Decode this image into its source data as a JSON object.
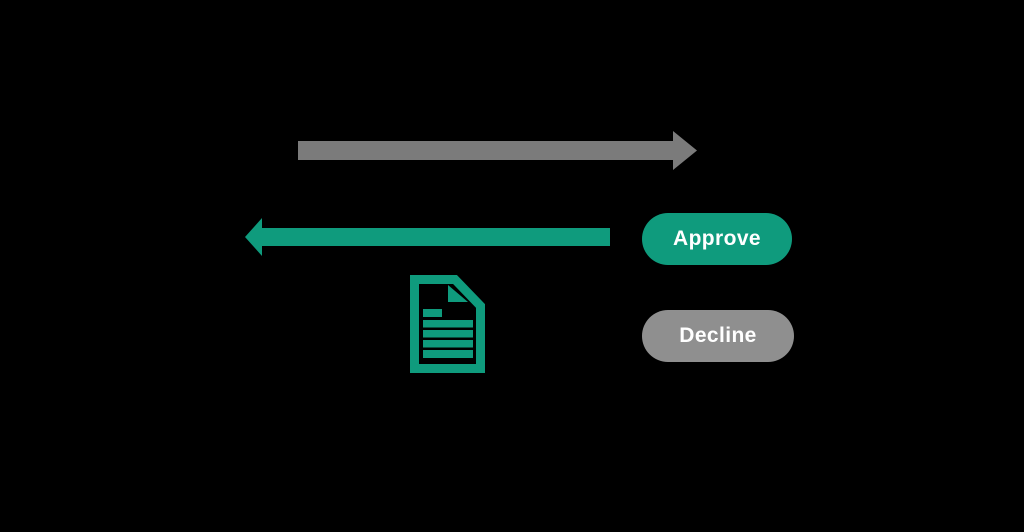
{
  "background": "#000000",
  "colors": {
    "teal": "#0f9b7d",
    "arrow_gray": "#7b7b7b",
    "decline_gray": "#8f8f8f",
    "button_text": "#ffffff"
  },
  "arrows": {
    "forward": {
      "name": "forward-arrow",
      "direction": "right",
      "color": "#7b7b7b"
    },
    "return": {
      "name": "return-arrow",
      "direction": "left",
      "color": "#0f9b7d"
    }
  },
  "document_icon": {
    "name": "document-icon",
    "color": "#0f9b7d",
    "line_count": 5
  },
  "buttons": {
    "approve": {
      "label": "Approve",
      "background": "#0f9b7d",
      "text_color": "#ffffff"
    },
    "decline": {
      "label": "Decline",
      "background": "#8f8f8f",
      "text_color": "#ffffff"
    }
  }
}
